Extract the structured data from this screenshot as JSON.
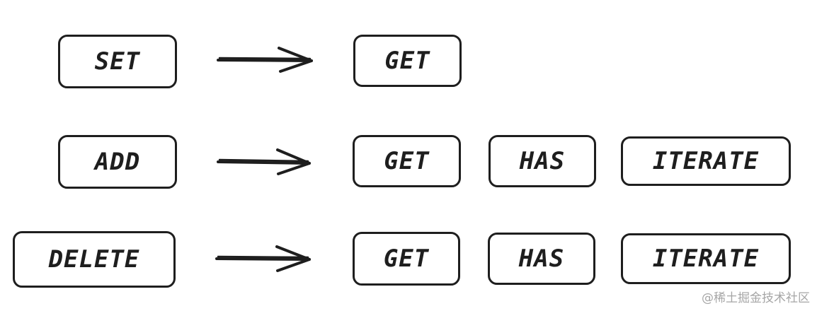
{
  "rows": [
    {
      "source": "SET",
      "targets": [
        "GET"
      ]
    },
    {
      "source": "ADD",
      "targets": [
        "GET",
        "HAS",
        "ITERATE"
      ]
    },
    {
      "source": "DELETE",
      "targets": [
        "GET",
        "HAS",
        "ITERATE"
      ]
    }
  ],
  "watermark": "@稀土掘金技术社区",
  "colors": {
    "stroke": "#1e1e1e",
    "background": "#ffffff",
    "watermark": "#a6a6a6"
  }
}
